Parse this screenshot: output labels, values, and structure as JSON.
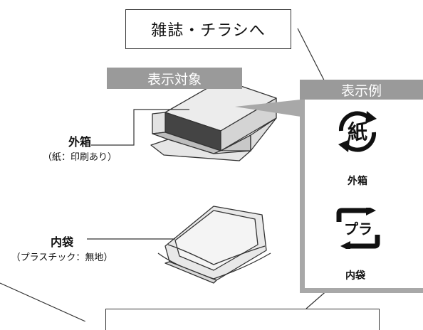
{
  "callout": {
    "text": "雑誌・チラシへ"
  },
  "left_tag": {
    "text": "表示対象"
  },
  "right_tag": {
    "text": "表示例"
  },
  "items": [
    {
      "name": "外箱",
      "detail": "（紙：印刷あり）"
    },
    {
      "name": "内袋",
      "detail": "（プラスチック：無地）"
    }
  ],
  "marks": [
    {
      "symbol_text": "紙",
      "label": "外箱"
    },
    {
      "symbol_text": "プラ",
      "label": "内袋"
    }
  ],
  "colors": {
    "tag_gray": "#9a9a9a",
    "panel_border": "#a8a8a8",
    "line": "#333333"
  }
}
